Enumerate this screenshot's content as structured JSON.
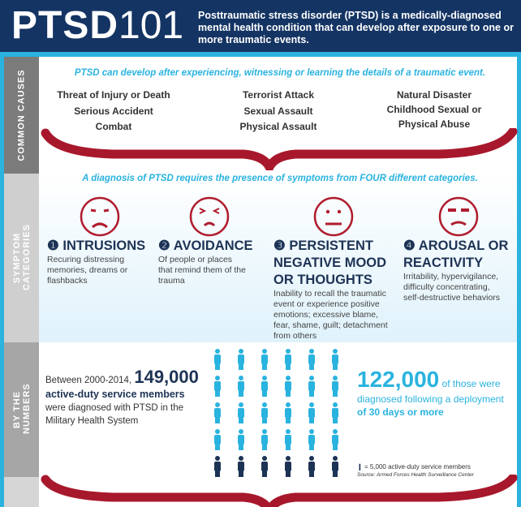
{
  "header": {
    "title_bold": "PTSD",
    "title_num": "101",
    "intro": "Posttraumatic stress disorder (PTSD) is a medically-diagnosed mental health condition that can develop after exposure to one or more traumatic events."
  },
  "causes": {
    "side_label": "COMMON CAUSES",
    "lead": "PTSD can develop after experiencing, witnessing or learning the details of a traumatic event.",
    "columns": [
      [
        "Threat of Injury or Death",
        "Serious Accident",
        "Combat"
      ],
      [
        "Terrorist Attack",
        "Sexual Assault",
        "Physical Assault"
      ],
      [
        "Natural Disaster",
        "Childhood Sexual or Physical Abuse"
      ]
    ]
  },
  "symptoms": {
    "side_label": "SYMPTOM CATEGORIES",
    "lead": "A diagnosis of PTSD requires the presence of symptoms from FOUR different categories.",
    "categories": [
      {
        "num": "❶",
        "title": "INTRUSIONS",
        "desc": "Recuring distressing memories, dreams or flashbacks",
        "face": "worried-face-icon"
      },
      {
        "num": "❷",
        "title": "AVOIDANCE",
        "desc": "Of people or places that remind them of the trauma",
        "face": "squinting-face-icon"
      },
      {
        "num": "❸",
        "title": "PERSISTENT NEGATIVE MOOD OR THOUGHTS",
        "desc": "Inability to recall the traumatic event or experience positive emotions; excessive blame, fear, shame, guilt; detachment from others",
        "face": "neutral-face-icon"
      },
      {
        "num": "❹",
        "title": "AROUSAL OR REACTIVITY",
        "desc": "Irritability, hypervigilance, difficulty concentrating, self-destructive behaviors",
        "face": "angry-face-icon"
      }
    ],
    "face_color": "#b01c2e"
  },
  "numbers": {
    "side_label": "BY THE NUMBERS",
    "left_prefix": "Between 2000-2014, ",
    "left_big": "149,000",
    "left_bold": "active-duty service members",
    "left_rest": "were diagnosed with PTSD in the Military Health System",
    "right_big": "122,000",
    "right_mid": " of those were diagnosed following a deployment ",
    "right_bold": "of 30 days or more",
    "legend": "= 5,000 active-duty service members",
    "source": "Source: Armed Forces Health Surveillance Center",
    "icon_rows": 5,
    "icon_cols": 6,
    "light_color": "#2ab3df",
    "dark_color": "#1d3355"
  },
  "colors": {
    "navy": "#143463",
    "cyan": "#2ab3df",
    "red": "#a8182c"
  }
}
